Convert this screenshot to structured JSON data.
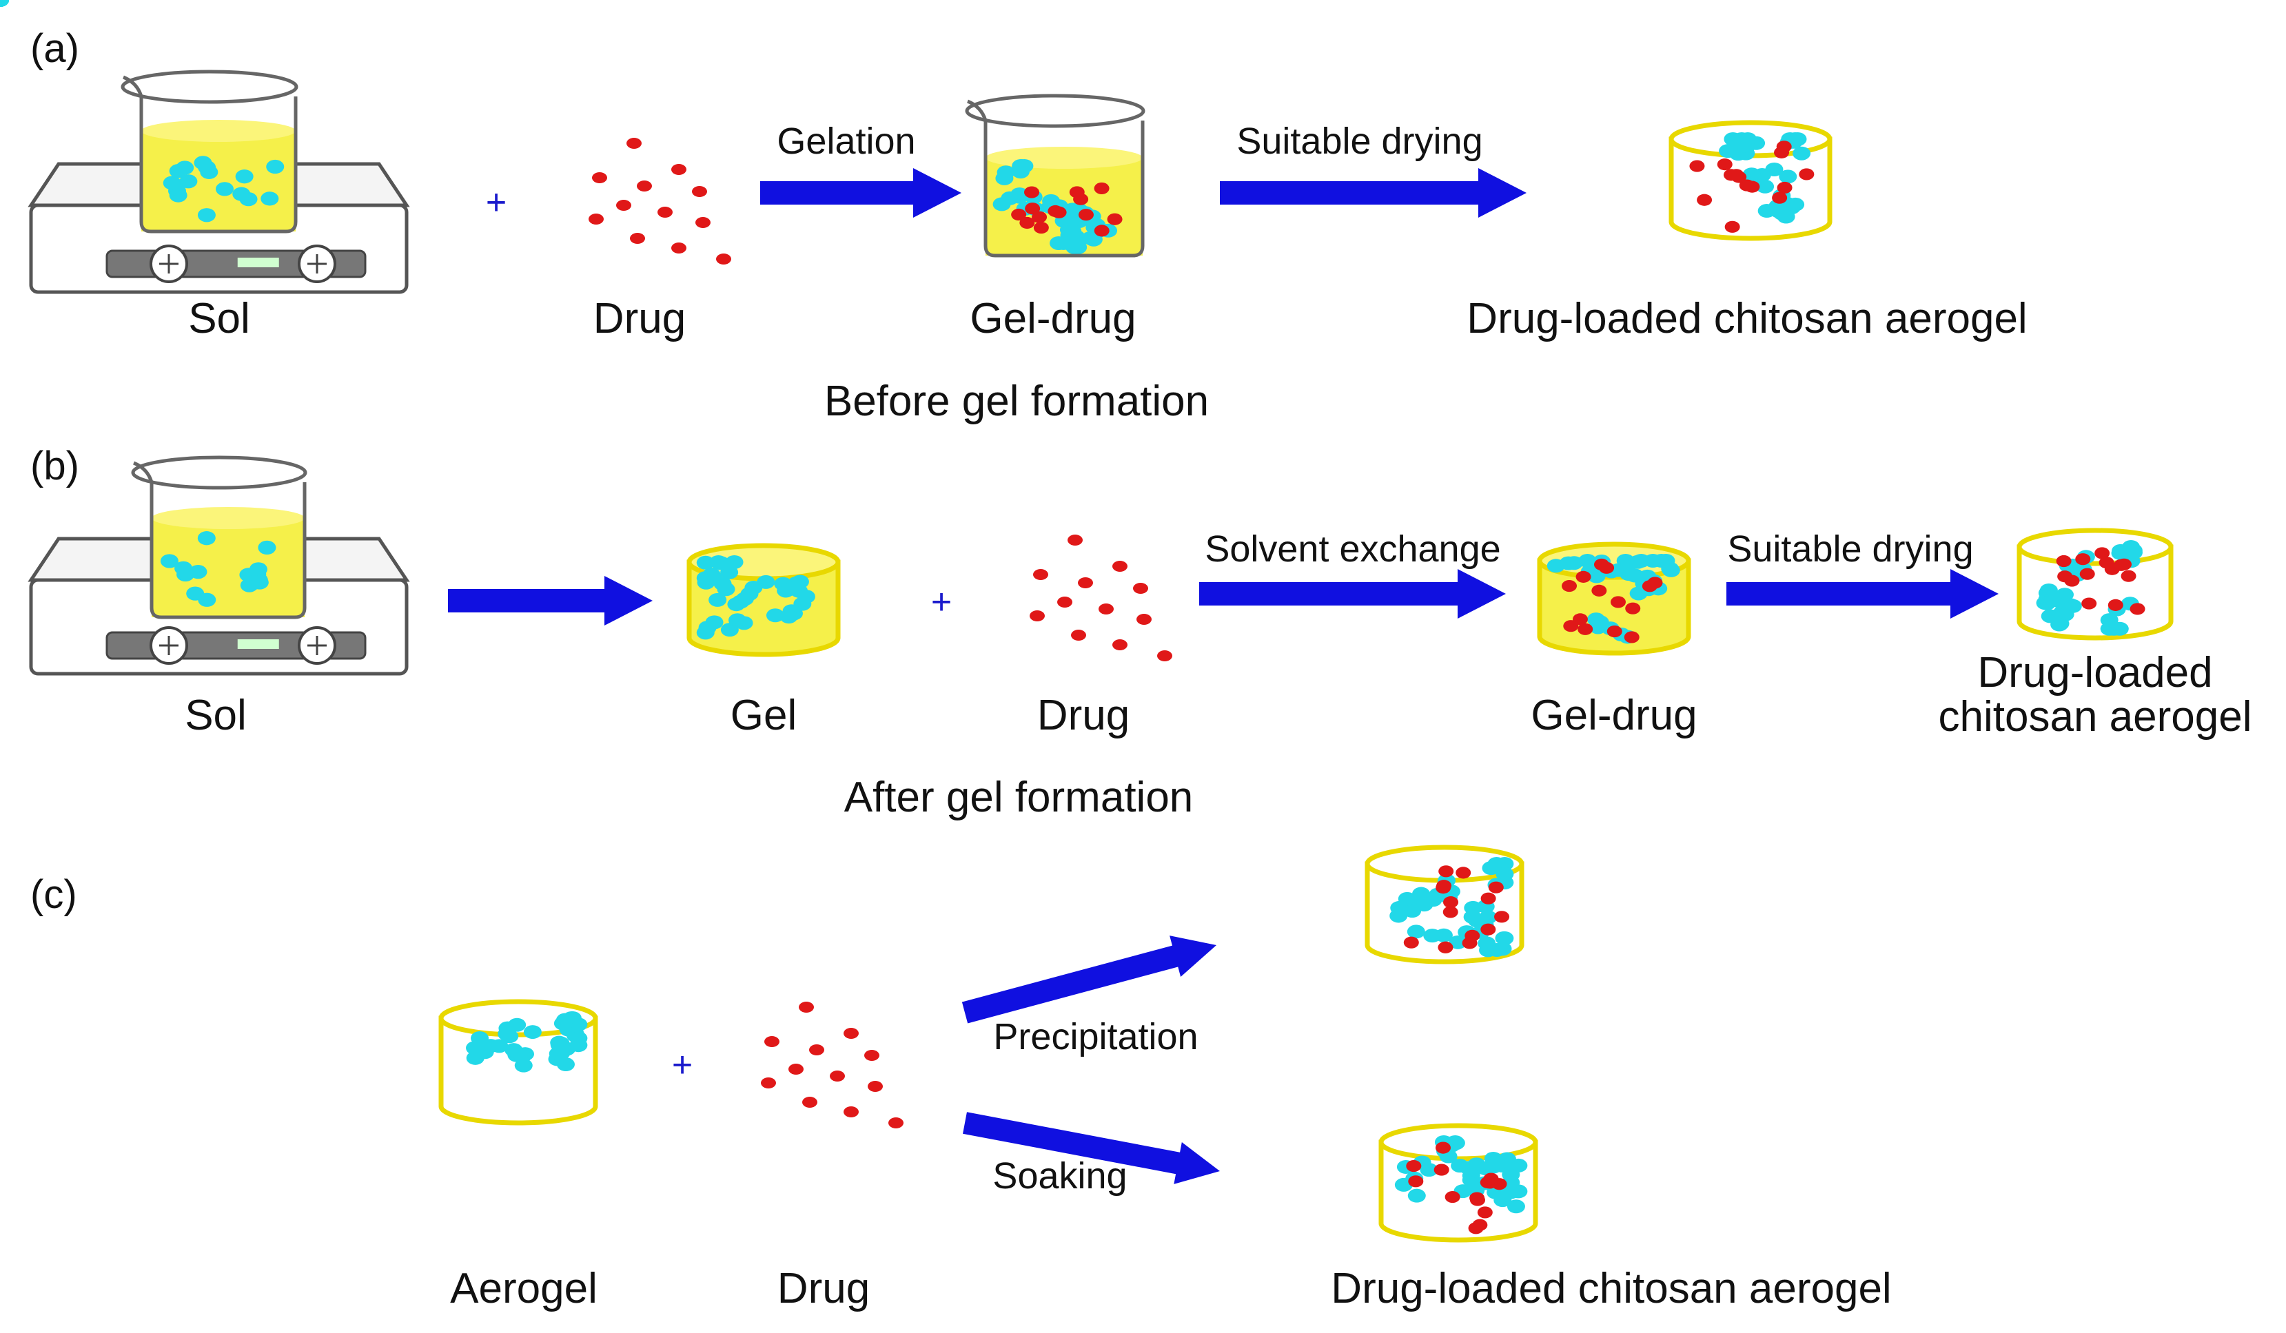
{
  "panels": {
    "a": {
      "tag": "(a)",
      "sol": "Sol",
      "plus": "+",
      "drug": "Drug",
      "step1": "Gelation",
      "gel_drug": "Gel-drug",
      "step2": "Suitable drying",
      "product": "Drug-loaded chitosan aerogel",
      "caption": "Before gel formation"
    },
    "b": {
      "tag": "(b)",
      "sol": "Sol",
      "gel": "Gel",
      "plus": "+",
      "drug": "Drug",
      "step1": "Solvent exchange",
      "gel_drug": "Gel-drug",
      "step2": "Suitable drying",
      "product_line1": "Drug-loaded",
      "product_line2": "chitosan aerogel",
      "caption": "After gel formation"
    },
    "c": {
      "tag": "(c)",
      "aerogel": "Aerogel",
      "plus": "+",
      "drug": "Drug",
      "route1": "Precipitation",
      "route2": "Soaking",
      "product": "Drug-loaded chitosan aerogel"
    }
  },
  "colors": {
    "arrow": "#1010e0",
    "gel_fill": "#f5f04a",
    "gel_rim": "#e8d800",
    "chitosan": "#22d8e8",
    "drug": "#e01818",
    "glass": "#666666",
    "plus": "#1a1acc"
  },
  "icons": [
    "beaker-icon",
    "hot-plate-icon",
    "drug-particles-icon",
    "gel-dish-icon",
    "aerogel-dish-icon",
    "arrow-icon"
  ]
}
